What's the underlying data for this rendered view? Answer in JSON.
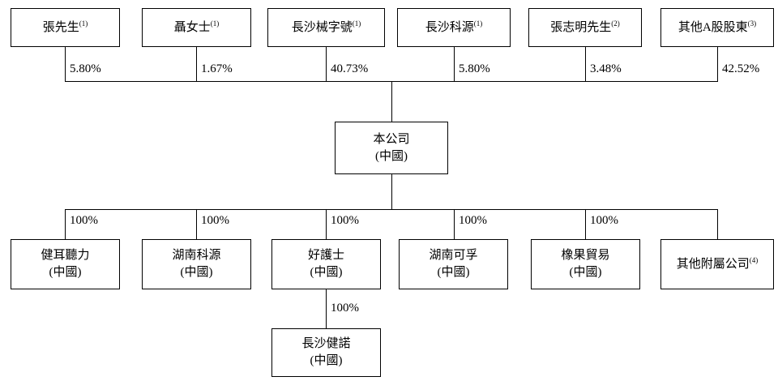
{
  "org": {
    "shareholders": [
      {
        "name": "張先生",
        "note": "(1)",
        "pct": "5.80%"
      },
      {
        "name": "聶女士",
        "note": "(1)",
        "pct": "1.67%"
      },
      {
        "name": "長沙械字號",
        "note": "(1)",
        "pct": "40.73%"
      },
      {
        "name": "長沙科源",
        "note": "(1)",
        "pct": "5.80%"
      },
      {
        "name": "張志明先生",
        "note": "(2)",
        "pct": "3.48%"
      },
      {
        "name": "其他A股股東",
        "note": "(3)",
        "pct": "42.52%"
      }
    ],
    "company": {
      "name": "本公司",
      "region": "(中國)"
    },
    "subsidiaries": [
      {
        "name": "健耳聽力",
        "region": "(中國)",
        "pct": "100%"
      },
      {
        "name": "湖南科源",
        "region": "(中國)",
        "pct": "100%"
      },
      {
        "name": "好護士",
        "region": "(中國)",
        "pct": "100%"
      },
      {
        "name": "湖南可孚",
        "region": "(中國)",
        "pct": "100%"
      },
      {
        "name": "橡果貿易",
        "region": "(中國)",
        "pct": "100%"
      },
      {
        "name": "其他附屬公司",
        "note": "(4)"
      }
    ],
    "sub_subsidiary": {
      "name": "長沙健諾",
      "region": "(中國)",
      "pct": "100%"
    }
  }
}
